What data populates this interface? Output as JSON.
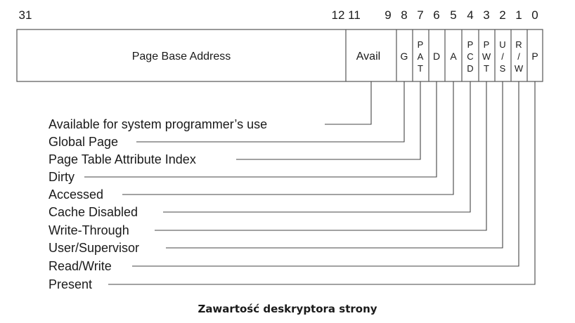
{
  "bit_numbers": [
    "31",
    "12",
    "11",
    "9",
    "8",
    "7",
    "6",
    "5",
    "4",
    "3",
    "2",
    "1",
    "0"
  ],
  "fields": {
    "page_base": "Page Base Address",
    "avail": "Avail",
    "g": "G",
    "pat": [
      "P",
      "A",
      "T"
    ],
    "d": "D",
    "a": "A",
    "pcd": [
      "P",
      "C",
      "D"
    ],
    "pwt": [
      "P",
      "W",
      "T"
    ],
    "us": [
      "U",
      "/",
      "S"
    ],
    "rw": [
      "R",
      "/",
      "W"
    ],
    "p": "P"
  },
  "descriptions": [
    "Available for system programmer’s use",
    "Global Page",
    "Page Table Attribute Index",
    "Dirty",
    "Accessed",
    "Cache Disabled",
    "Write-Through",
    "User/Supervisor",
    "Read/Write",
    "Present"
  ],
  "caption": "Zawartość deskryptora strony"
}
